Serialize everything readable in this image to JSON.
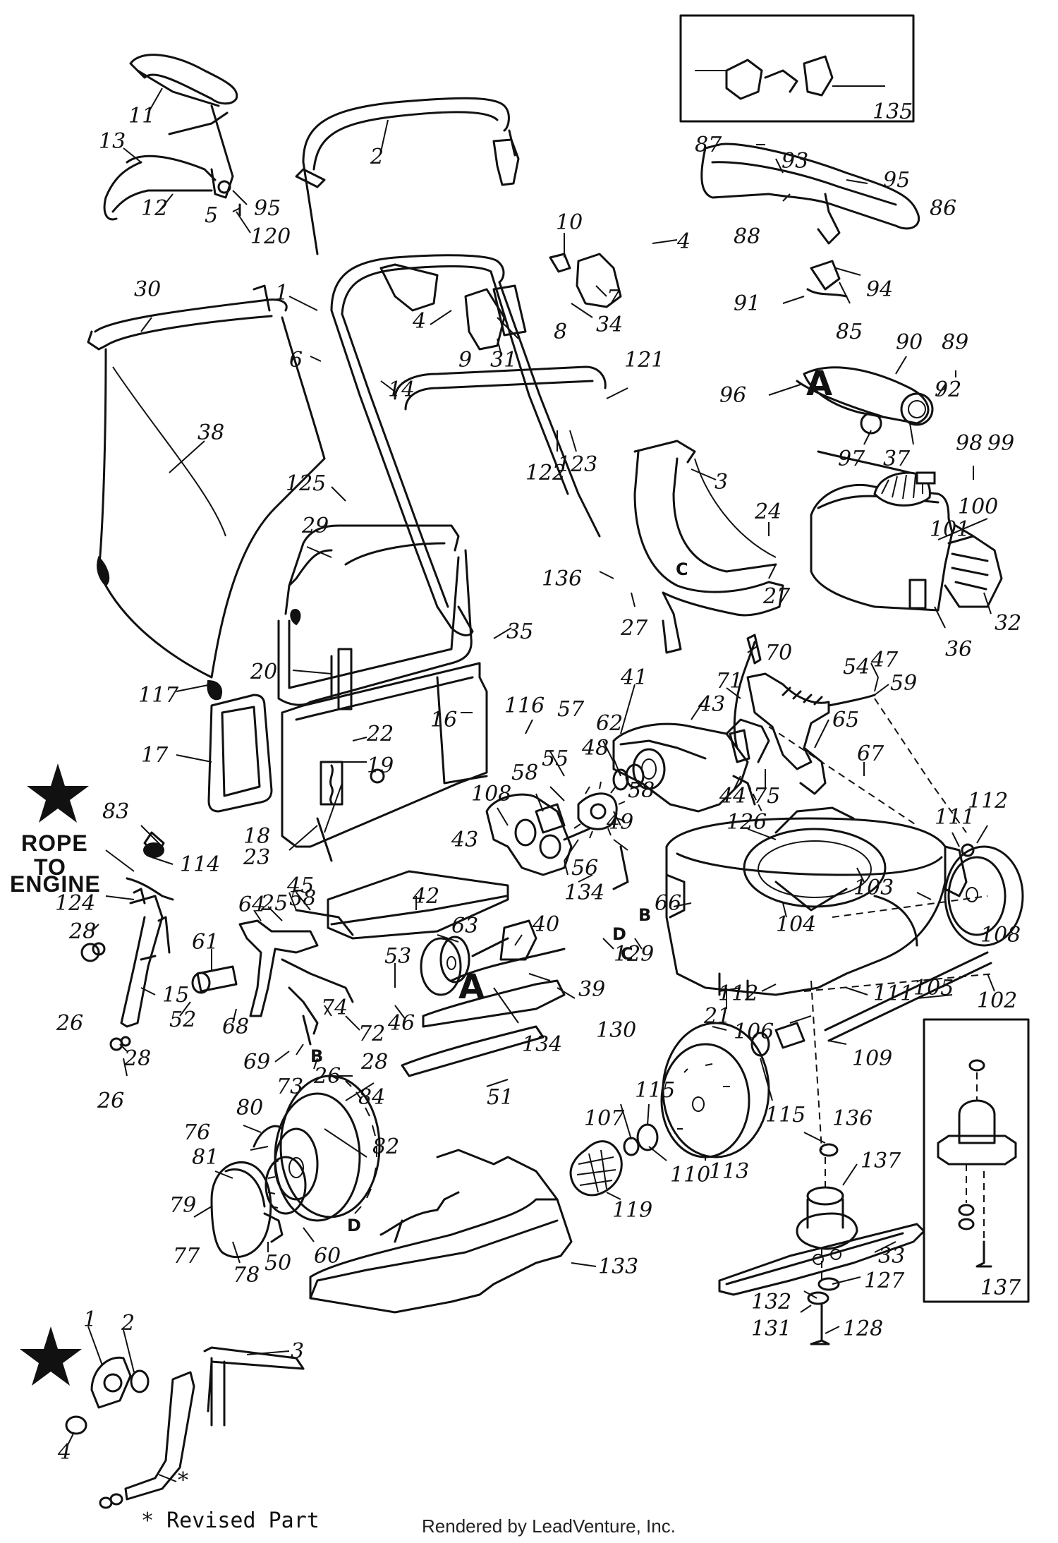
{
  "callouts": {
    "c11": "11",
    "c13": "13",
    "c12": "12",
    "c95a": "95",
    "c5": "5",
    "c120": "120",
    "c2": "2",
    "c1": "1",
    "c30": "30",
    "c6": "6",
    "c14": "14",
    "c38": "38",
    "c125": "125",
    "c29": "29",
    "c20": "20",
    "c117": "117",
    "c17": "17",
    "c10": "10",
    "c4a": "4",
    "c7": "7",
    "c34": "34",
    "c4b": "4",
    "c9": "9",
    "c8": "8",
    "c31": "31",
    "c121": "121",
    "c122": "122",
    "c123": "123",
    "c3": "3",
    "c135": "135",
    "c87": "87",
    "c93": "93",
    "c95b": "95",
    "c86": "86",
    "c88": "88",
    "c94": "94",
    "c91": "91",
    "c85": "85",
    "c90": "90",
    "c89": "89",
    "c96": "96",
    "c92": "92",
    "c97": "97",
    "c37": "37",
    "c98": "98",
    "c99": "99",
    "c100": "100",
    "c101": "101",
    "c32": "32",
    "c36": "36",
    "c24": "24",
    "c27a": "27",
    "c136a": "136",
    "c27b": "27",
    "c35": "35",
    "c70": "70",
    "c71": "71",
    "c54": "54",
    "c47": "47",
    "c59": "59",
    "c41": "41",
    "c43a": "43",
    "c65": "65",
    "c116": "116",
    "c16": "16",
    "c22": "22",
    "c19": "19",
    "c18": "18",
    "c23": "23",
    "c57": "57",
    "c62": "62",
    "c48": "48",
    "c55": "55",
    "c58a": "58",
    "c108a": "108",
    "c58b": "58",
    "c49": "49",
    "c75": "75",
    "c44": "44",
    "c67": "67",
    "c126": "126",
    "c111a": "111",
    "c112a": "112",
    "c83": "83",
    "c114": "114",
    "c43b": "43",
    "c56": "56",
    "c134a": "134",
    "c103": "103",
    "c124": "124",
    "c28a": "28",
    "c45": "45",
    "c58c": "58",
    "c25": "25",
    "c64": "64",
    "c42": "42",
    "c66": "66",
    "c104": "104",
    "c108b": "108",
    "c63": "63",
    "c40": "40",
    "c129": "129",
    "c61": "61",
    "c53": "53",
    "c39": "39",
    "c15": "15",
    "c26a": "26",
    "c52": "52",
    "c68": "68",
    "c74": "74",
    "c72": "72",
    "c46": "46",
    "c134b": "134",
    "c21": "21",
    "c130": "130",
    "c112b": "112",
    "c111b": "111",
    "c105": "105",
    "c102": "102",
    "c28b": "28",
    "c26b": "26",
    "c69": "69",
    "c73": "73",
    "c26c": "26",
    "c28c": "28",
    "c106": "106",
    "c109": "109",
    "c51": "51",
    "c115a": "115",
    "c107": "107",
    "c115b": "115",
    "c110": "110",
    "c113": "113",
    "c136b": "136",
    "c137a": "137",
    "c84": "84",
    "c80": "80",
    "c76": "76",
    "c82": "82",
    "c81": "81",
    "c79": "79",
    "c119": "119",
    "c77": "77",
    "c50": "50",
    "c60": "60",
    "c78": "78",
    "c133": "133",
    "c33": "33",
    "c127": "127",
    "c132": "132",
    "c131": "131",
    "c128": "128",
    "c137b": "137",
    "i1": "1",
    "i2": "2",
    "i3": "3",
    "i4": "4"
  },
  "letters": {
    "a_belt": "A",
    "a_deck": "A",
    "c_chute": "C",
    "c_deck": "C",
    "b_deck": "B",
    "b_bracket": "B",
    "d_deck": "D",
    "d_shield": "D"
  },
  "notes": {
    "rope_line1": "ROPE",
    "rope_line2": "TO",
    "rope_line3": "ENGINE",
    "revised": "* Revised Part",
    "asterisk": "*"
  },
  "footer": "Rendered by LeadVenture, Inc."
}
